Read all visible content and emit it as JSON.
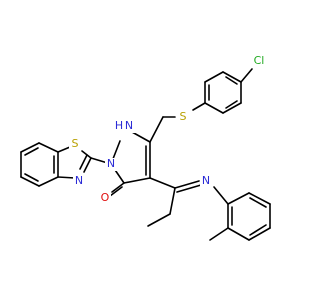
{
  "molecule": {
    "colors": {
      "bond": "#000000",
      "sulfur": "#b8a000",
      "nitrogen": "#2b2bd6",
      "oxygen": "#e01010",
      "chlorine": "#22aa22"
    },
    "labels": {
      "cl": "Cl",
      "s_thioether": "S",
      "s_thiazole": "S",
      "n_thiazole": "N",
      "n_ring": "N",
      "nh": "N",
      "nh_h": "H",
      "o": "O",
      "n_imine": "N"
    }
  }
}
